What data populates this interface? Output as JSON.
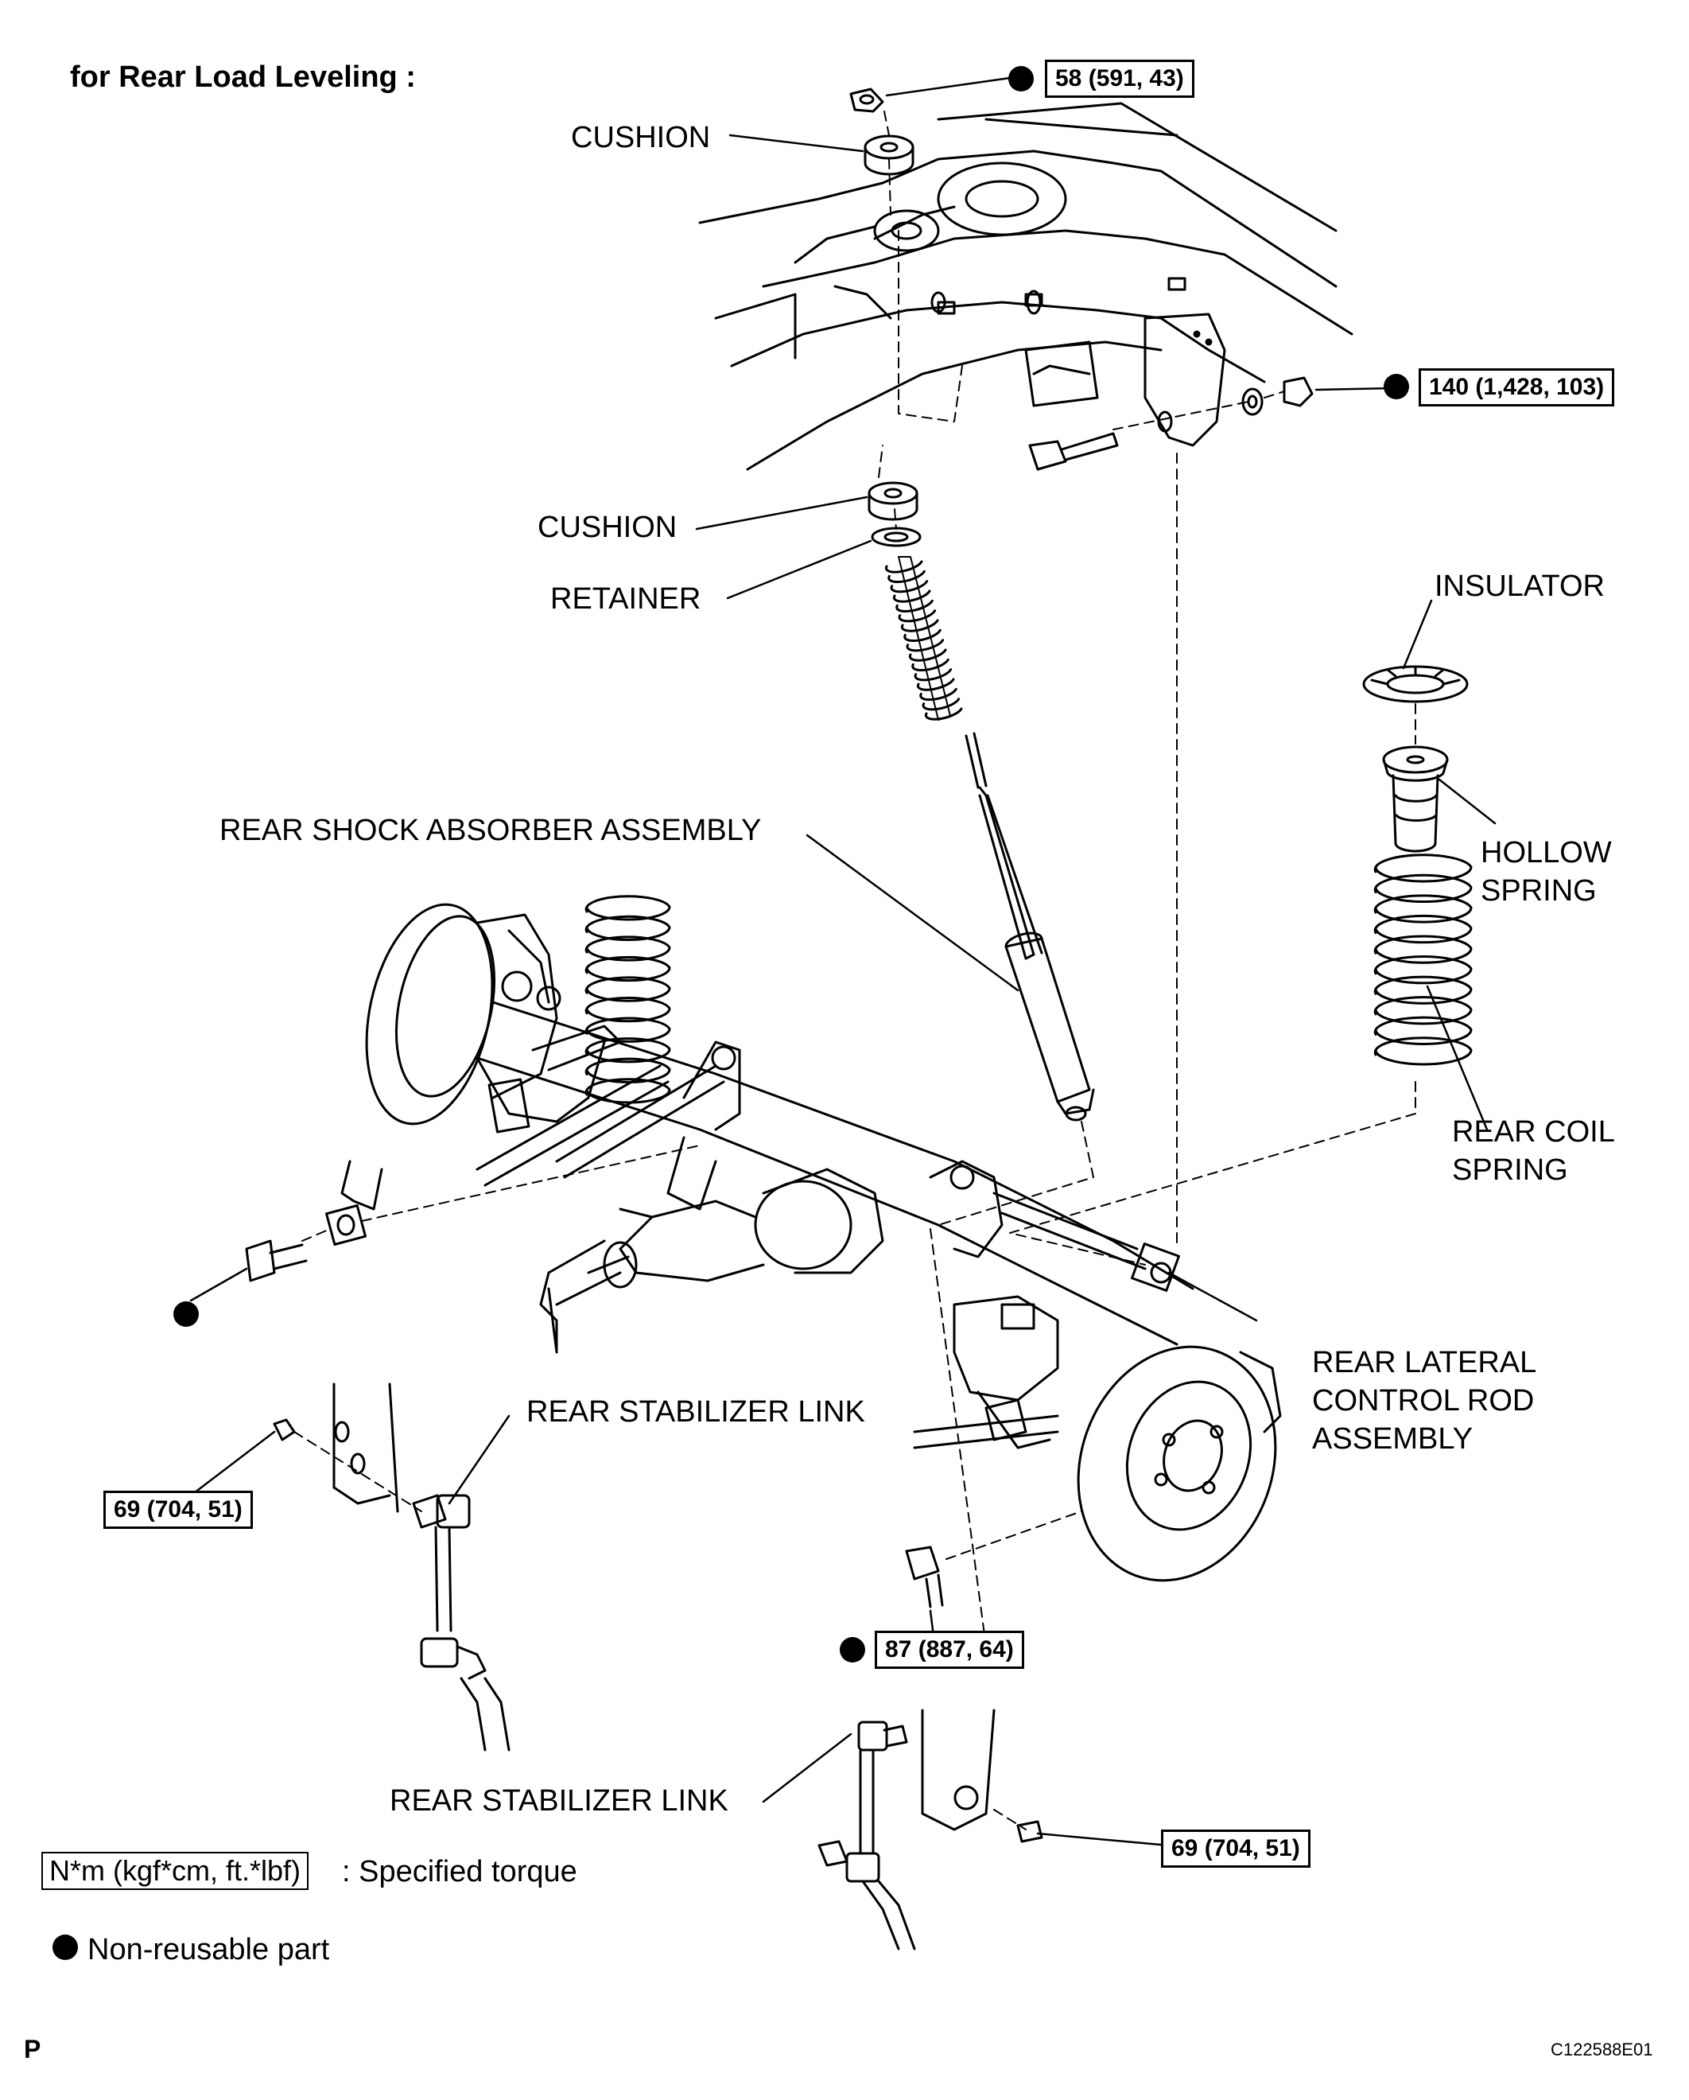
{
  "diagram": {
    "heading": "for Rear Load Leveling :",
    "labels": {
      "cushion_upper": "CUSHION",
      "cushion_lower": "CUSHION",
      "retainer": "RETAINER",
      "insulator": "INSULATOR",
      "hollow_spring_1": "HOLLOW",
      "hollow_spring_2": "SPRING",
      "shock_absorber": "REAR SHOCK ABSORBER ASSEMBLY",
      "coil_spring_1": "REAR COIL",
      "coil_spring_2": "SPRING",
      "lateral_rod_1": "REAR LATERAL",
      "lateral_rod_2": "CONTROL ROD",
      "lateral_rod_3": "ASSEMBLY",
      "stabilizer_link_upper": "REAR STABILIZER LINK",
      "stabilizer_link_lower": "REAR STABILIZER LINK"
    },
    "torques": {
      "shock_top_nut": "58 (591, 43)",
      "lateral_rod_frame_nut": "140 (1,428, 103)",
      "stabilizer_left_nut": "69 (704, 51)",
      "shock_bottom_bolt": "87 (887, 64)",
      "stabilizer_right_nut": "69 (704, 51)"
    },
    "legend": {
      "torque_unit": "N*m (kgf*cm, ft.*lbf)",
      "torque_desc": ": Specified torque",
      "nonreusable": "Non-reusable part"
    },
    "footer": {
      "left_code": "P",
      "figure_id": "C122588E01"
    }
  }
}
